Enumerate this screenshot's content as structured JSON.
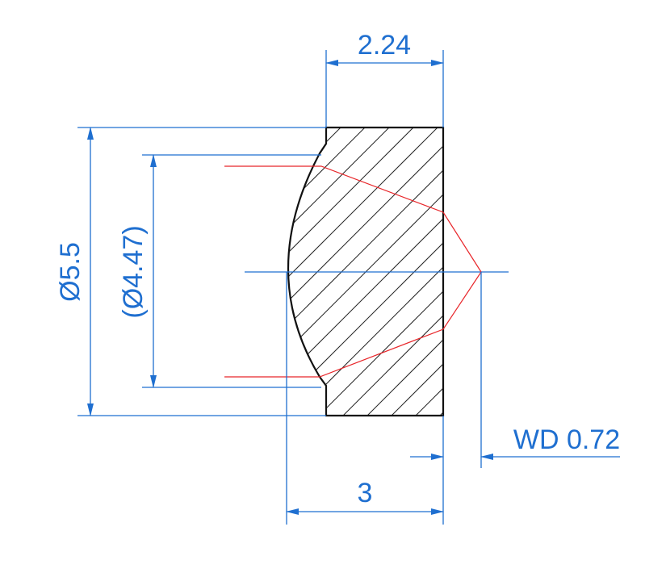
{
  "drawing": {
    "dimensions": {
      "top_length": "2.24",
      "outer_diameter": "Ø5.5",
      "clear_aperture": "(Ø4.47)",
      "total_length": "3",
      "working_distance": "WD 0.72"
    },
    "colors": {
      "dimension": "#1f6fd0",
      "outline": "#111111",
      "hatch": "#222222",
      "ray": "#e8262a",
      "background": "#ffffff"
    }
  }
}
